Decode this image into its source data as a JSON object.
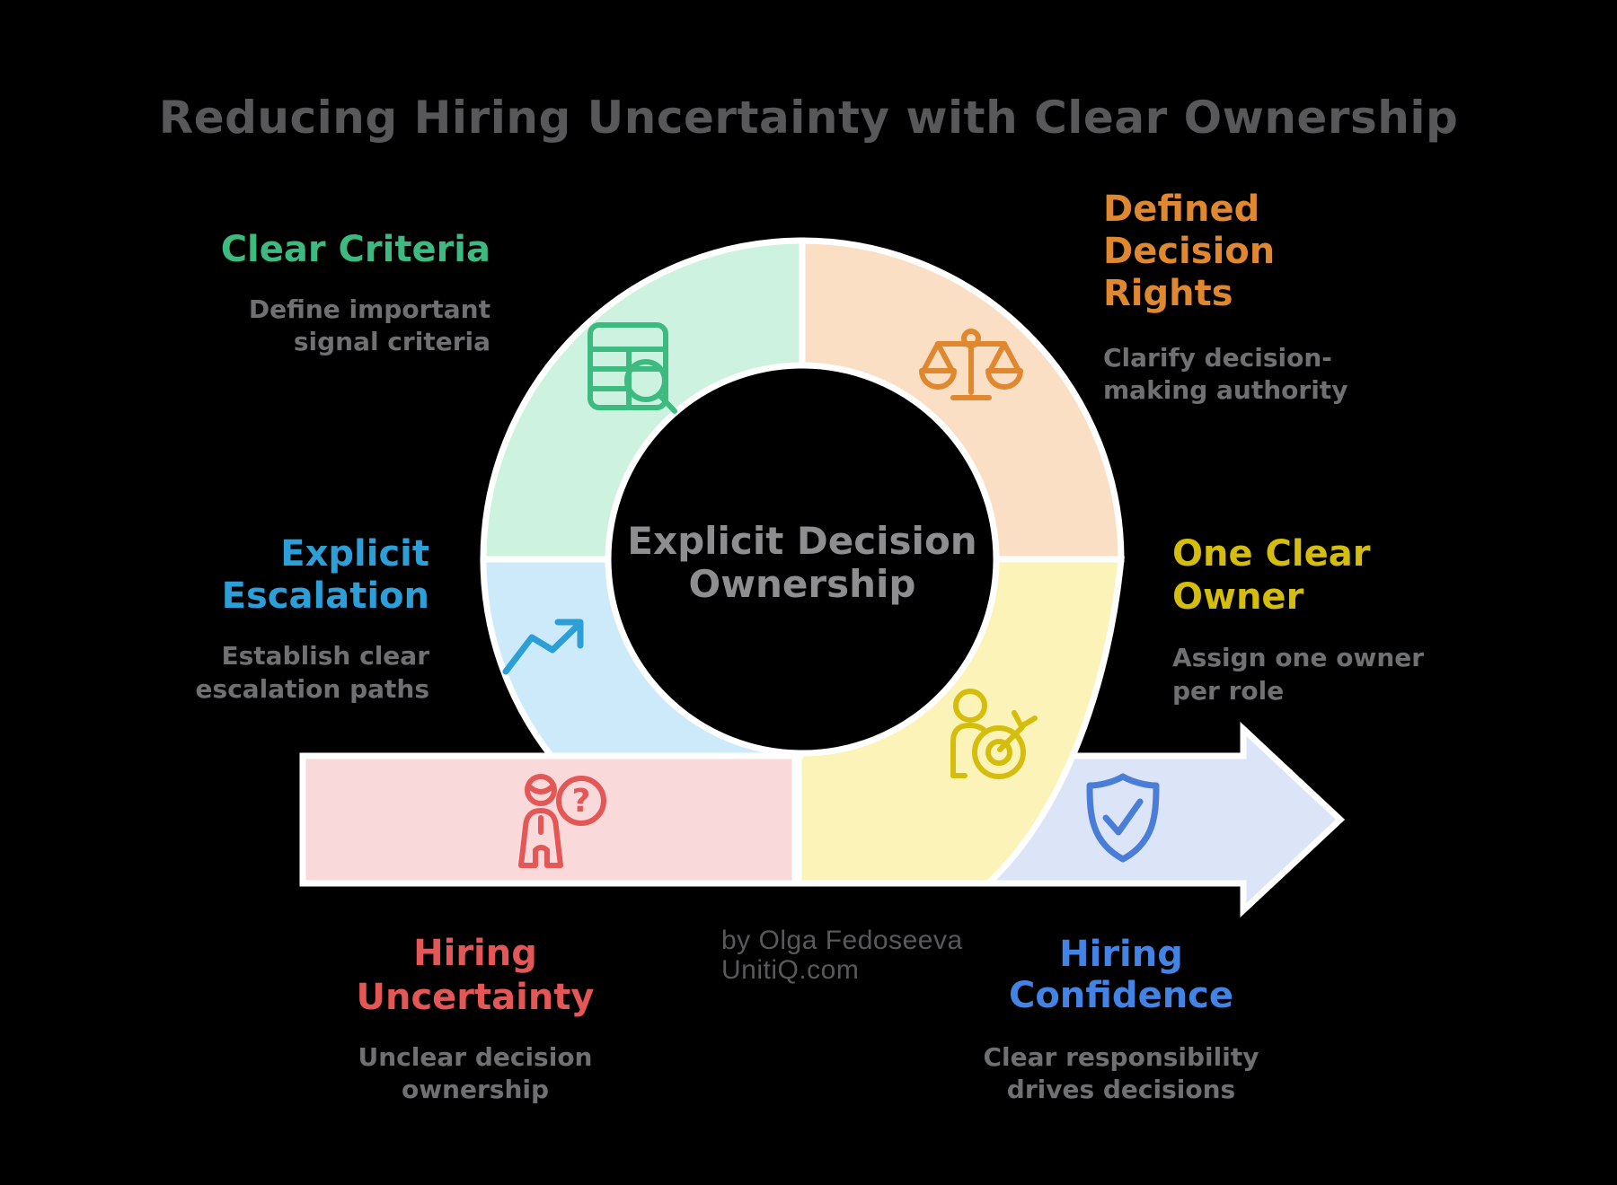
{
  "title": "Reducing Hiring Uncertainty with Clear Ownership",
  "center": {
    "line1": "Explicit Decision",
    "line2": "Ownership"
  },
  "credit": {
    "line1": "by Olga Fedoseeva",
    "line2": "UnitiQ.com"
  },
  "colors": {
    "background": "#000000",
    "title_text": "#58585a",
    "subtitle_text": "#6f7072",
    "center_text": "#8e8e90",
    "credit_text": "#59595b",
    "segment_mint": "#cdf2df",
    "segment_peach": "#fbdfc5",
    "segment_blue": "#cdeafa",
    "segment_yellow": "#fbf3b8",
    "band_pink": "#f9d9da",
    "arrow_periwinkle": "#dbe5f7",
    "outline_white": "#ffffff",
    "shield_blue": "#4a7dd8"
  },
  "sections": {
    "clear_criteria": {
      "title": "Clear Criteria",
      "desc1": "Define important",
      "desc2": "signal criteria",
      "color": "#3cba80"
    },
    "defined_decision_rights": {
      "title1": "Defined",
      "title2": "Decision",
      "title3": "Rights",
      "desc1": "Clarify decision-",
      "desc2": "making authority",
      "color": "#e0882f"
    },
    "explicit_escalation": {
      "title1": "Explicit",
      "title2": "Escalation",
      "desc1": "Establish clear",
      "desc2": "escalation paths",
      "color": "#2d9fd8"
    },
    "one_clear_owner": {
      "title1": "One Clear",
      "title2": "Owner",
      "desc1": "Assign one owner",
      "desc2": "per role",
      "color": "#d4bd0d"
    },
    "hiring_uncertainty": {
      "title1": "Hiring",
      "title2": "Uncertainty",
      "desc1": "Unclear decision",
      "desc2": "ownership",
      "color": "#e45757"
    },
    "hiring_confidence": {
      "title1": "Hiring",
      "title2": "Confidence",
      "desc1": "Clear responsibility",
      "desc2": "drives decisions",
      "color": "#4283e4"
    }
  },
  "icons": {
    "table_search": "table-search-icon",
    "balance_scales": "balance-scales-icon",
    "trend_arrow": "trend-arrow-icon",
    "person_target": "person-target-icon",
    "person_question": "person-question-icon",
    "shield_check": "shield-check-icon",
    "question_glyph": "?"
  }
}
